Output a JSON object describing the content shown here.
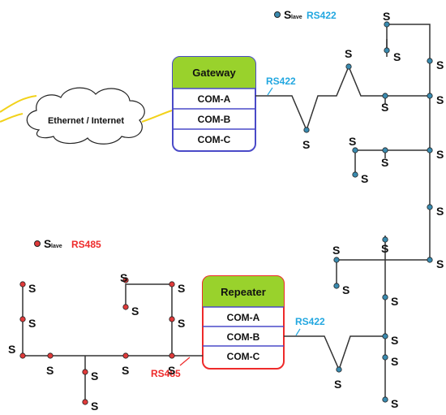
{
  "legend": {
    "rs422": {
      "big_s": "S",
      "suffix": "lave",
      "protocol": "RS422",
      "color": "#22a7e0"
    },
    "rs485": {
      "big_s": "S",
      "suffix": "lave",
      "protocol": "RS485",
      "color": "#ee2a2a"
    }
  },
  "cloud": {
    "label": "Ethernet / Internet"
  },
  "gateway": {
    "title": "Gateway",
    "ports": [
      "COM-A",
      "COM-B",
      "COM-C"
    ],
    "title_color": "#99d22c",
    "border_color": "#4a4ac8"
  },
  "repeater": {
    "title": "Repeater",
    "ports": [
      "COM-A",
      "COM-B",
      "COM-C"
    ],
    "title_color": "#99d22c",
    "border_color": "#ee2a2a"
  },
  "bus_labels": {
    "gateway_rs422": "RS422",
    "repeater_rs422": "RS422",
    "repeater_rs485": "RS485"
  },
  "slave_label": "S",
  "colors": {
    "rs422": "#22a7e0",
    "rs485": "#ee2a2a",
    "ethernet": "#f2d21a",
    "node_blue": "#3a8bb0",
    "node_red": "#e03a3a"
  }
}
